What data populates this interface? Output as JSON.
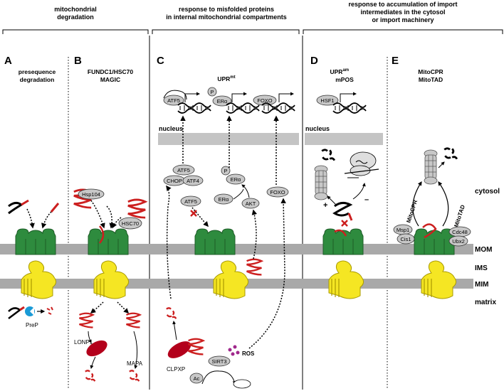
{
  "headers": {
    "h1": [
      "mitochondrial",
      "degradation"
    ],
    "h2": [
      "response to misfolded proteins",
      "in internal mitochondrial compartments"
    ],
    "h3": [
      "response to accumulation of import",
      "intermediates in the cytosol",
      "or import machinery"
    ]
  },
  "panels": {
    "A": {
      "letter": "A",
      "title": [
        "presequence",
        "degradation"
      ]
    },
    "B": {
      "letter": "B",
      "title": [
        "FUNDC1/HSC70",
        "MAGIC"
      ]
    },
    "C": {
      "letter": "C",
      "title_main": "UPR",
      "title_sup": "mt"
    },
    "D": {
      "letter": "D",
      "title_main": "UPR",
      "title_sup": "am",
      "title2": "mPOS"
    },
    "E": {
      "letter": "E",
      "title": [
        "MitoCPR",
        "MitoTAD"
      ]
    }
  },
  "compartments": {
    "cytosol": "cytosol",
    "mom": "MOM",
    "ims": "IMS",
    "mim": "MIM",
    "matrix": "matrix"
  },
  "nucleus_label": "nucleus",
  "proteins": {
    "prep": "PreP",
    "hsp104": "Hsp104",
    "hsc70": "HSC70",
    "lonp1": "LONP1",
    "mapa": "MAPA",
    "atf5": "ATF5",
    "chop": "CHOP",
    "atf4": "ATF4",
    "p": "P",
    "er_alpha": "ERα",
    "akt": "AKT",
    "foxo": "FOXO",
    "clpxp": "CLPXP",
    "ros": "ROS",
    "sirt3": "SIRT3",
    "ac": "Ac",
    "hsf1": "HSF1",
    "msp1": "Msp1",
    "cis1": "Cis1",
    "cdc48": "Cdc48",
    "ubx2": "Ubx2",
    "mitocpr": "MitoCPR",
    "mitotad": "MitoTAD"
  },
  "signs": {
    "plus": "+",
    "minus": "–"
  },
  "colors": {
    "mito_green": "#2e8b3e",
    "yellow": "#f5e623",
    "red": "#cc1f1f",
    "membrane": "#a9a9a9",
    "oval": "#c8c8c8",
    "ros": "#a0288c",
    "prep_blue": "#1a9ad6"
  }
}
